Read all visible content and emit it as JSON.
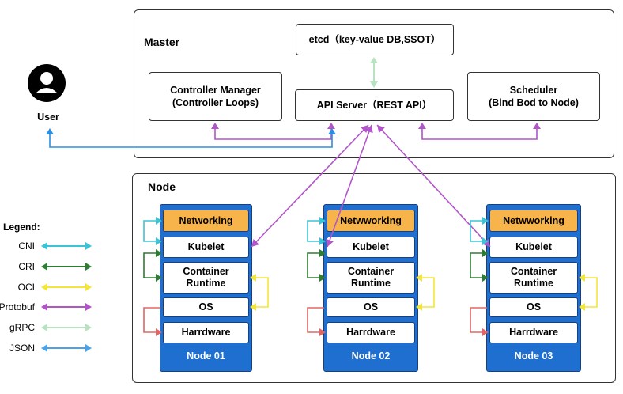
{
  "user": {
    "label": "User"
  },
  "master": {
    "title": "Master",
    "etcd": "etcd（key-value DB,SSOT）",
    "controller_manager": [
      "Controller Manager",
      "(Controller Loops)"
    ],
    "api_server": "API Server（REST API）",
    "scheduler": [
      "Scheduler",
      "(Bind Bod to Node)"
    ]
  },
  "node_panel": {
    "title": "Node"
  },
  "nodes": [
    {
      "label": "Node 01",
      "networking": "Networking",
      "kubelet": "Kubelet",
      "runtime": [
        "Container",
        "Runtime"
      ],
      "os": "OS",
      "hardware": "Harrdware"
    },
    {
      "label": "Node 02",
      "networking": "Netwworking",
      "kubelet": "Kubelet",
      "runtime": [
        "Container",
        "Runtime"
      ],
      "os": "OS",
      "hardware": "Harrdware"
    },
    {
      "label": "Node 03",
      "networking": "Netwworking",
      "kubelet": "Kubelet",
      "runtime": [
        "Container",
        "Runtime"
      ],
      "os": "OS",
      "hardware": "Harrdware"
    }
  ],
  "legend": {
    "title": "Legend:",
    "items": [
      {
        "name": "CNI",
        "color": "#3cc3d5"
      },
      {
        "name": "CRI",
        "color": "#2e7d32"
      },
      {
        "name": "OCI",
        "color": "#f3e53a"
      },
      {
        "name": "Protobuf",
        "color": "#b155c9"
      },
      {
        "name": "gRPC",
        "color": "#b9e3c0"
      },
      {
        "name": "JSON",
        "color": "#4aa3e8"
      }
    ]
  },
  "colors": {
    "cni": "#3cc3d5",
    "cri": "#2e7d32",
    "oci": "#f3e53a",
    "protobuf": "#b155c9",
    "grpc": "#b9e3c0",
    "json": "#4aa3e8",
    "user_arrow": "#2b8fe0",
    "hw": "#e06666",
    "node_blue": "#1f6fd1",
    "networking_orange": "#f6b44b"
  }
}
